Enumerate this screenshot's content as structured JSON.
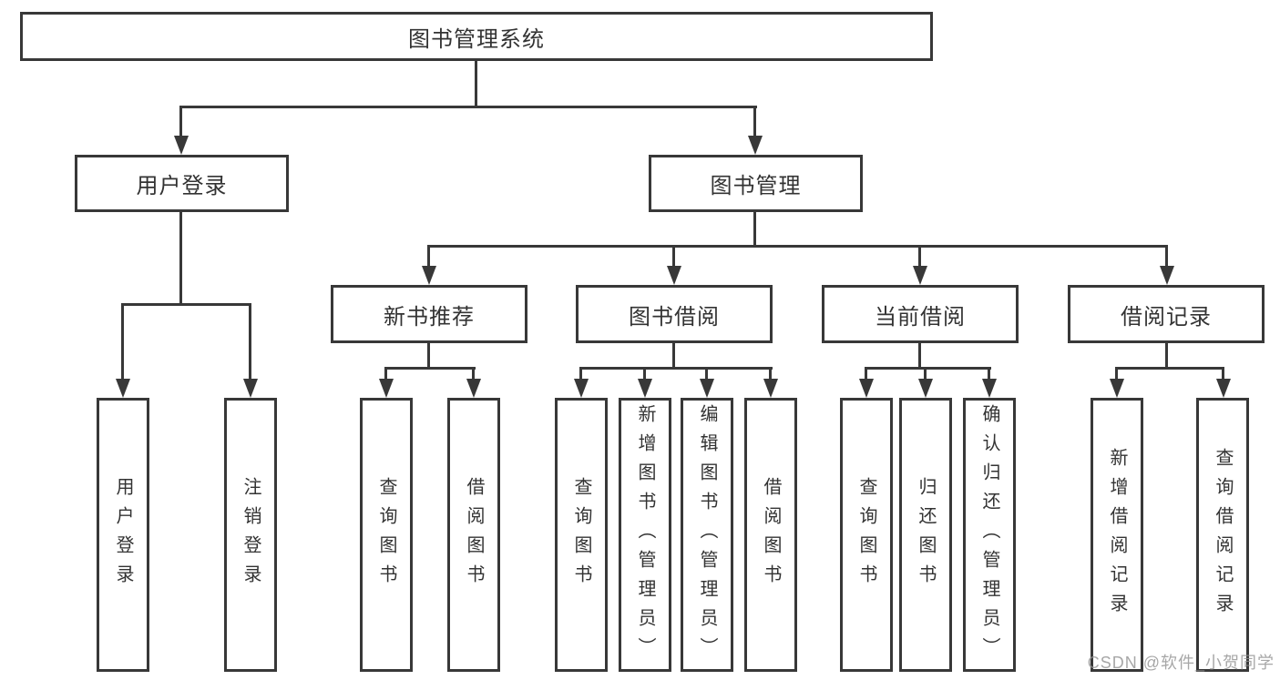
{
  "diagram": {
    "root": {
      "label": "图书管理系统"
    },
    "level2": [
      {
        "label": "用户登录"
      },
      {
        "label": "图书管理"
      }
    ],
    "level3": [
      {
        "label": "新书推荐"
      },
      {
        "label": "图书借阅"
      },
      {
        "label": "当前借阅"
      },
      {
        "label": "借阅记录"
      }
    ],
    "leaves": {
      "user_login": [
        "用户登录",
        "注销登录"
      ],
      "new_book_recommend": [
        "查询图书",
        "借阅图书"
      ],
      "book_borrow": [
        "查询图书",
        "新增图书（管理员）",
        "编辑图书（管理员）",
        "借阅图书"
      ],
      "current_borrow": [
        "查询图书",
        "归还图书",
        "确认归还（管理员）"
      ],
      "borrow_record": [
        "新增借阅记录",
        "查询借阅记录"
      ]
    }
  },
  "watermark": {
    "text": "CSDN @软件_小贺同学"
  },
  "colors": {
    "line": "#383838",
    "box_border": "#383838",
    "text": "#333333",
    "watermark": "#919191",
    "background": "#ffffff"
  }
}
